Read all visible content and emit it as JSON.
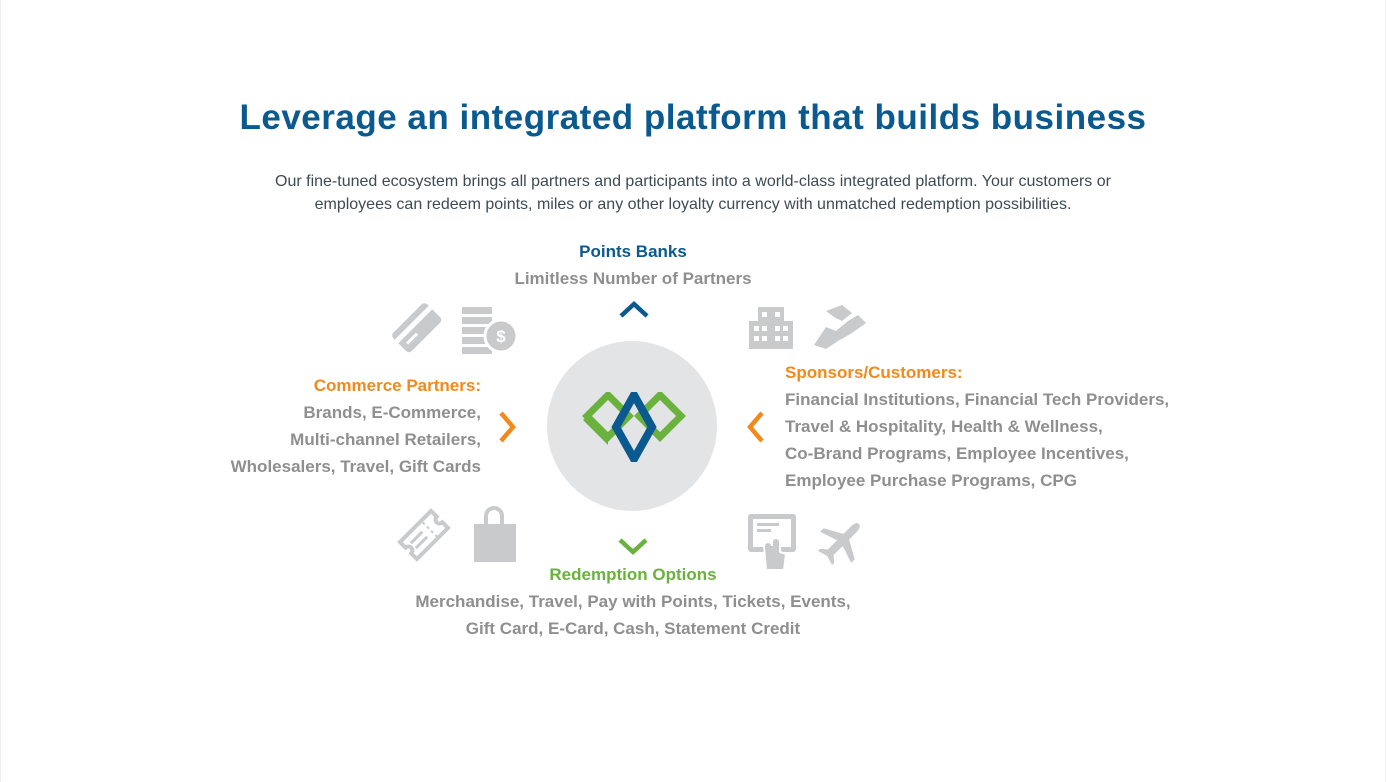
{
  "headline": "Leverage an integrated platform that builds business",
  "intro": "Our fine-tuned ecosystem brings all partners and participants into a world-class integrated platform. Your customers or employees can redeem points, miles or any other loyalty currency with unmatched redemption possibilities.",
  "top": {
    "title": "Points Banks",
    "subtitle": "Limitless Number of Partners"
  },
  "left": {
    "title": "Commerce Partners:",
    "lines": [
      "Brands, E-Commerce,",
      "Multi-channel Retailers,",
      "Wholesalers, Travel, Gift Cards"
    ]
  },
  "right": {
    "title": "Sponsors/Customers:",
    "lines": [
      "Financial Institutions, Financial Tech Providers,",
      "Travel & Hospitality, Health & Wellness,",
      "Co-Brand Programs, Employee Incentives,",
      "Employee Purchase Programs, CPG"
    ]
  },
  "bottom": {
    "title": "Redemption Options",
    "lines": [
      "Merchandise, Travel, Pay with Points, Tickets, Events,",
      "Gift Card, E-Card, Cash, Statement Credit"
    ]
  },
  "icons": [
    "credit-card-icon",
    "cash-stack-icon",
    "building-icon",
    "handshake-icon",
    "ticket-icon",
    "shopping-bag-icon",
    "touch-screen-icon",
    "airplane-icon",
    "chevron-up-icon",
    "chevron-down-icon",
    "chevron-right-icon",
    "chevron-left-icon",
    "platform-logo-icon"
  ],
  "colors": {
    "headline": "#0a5a8f",
    "commerce": "#f28a1b",
    "redemption": "#6ab23d",
    "icons": "#c9cacb",
    "text": "#8f8f8f"
  }
}
